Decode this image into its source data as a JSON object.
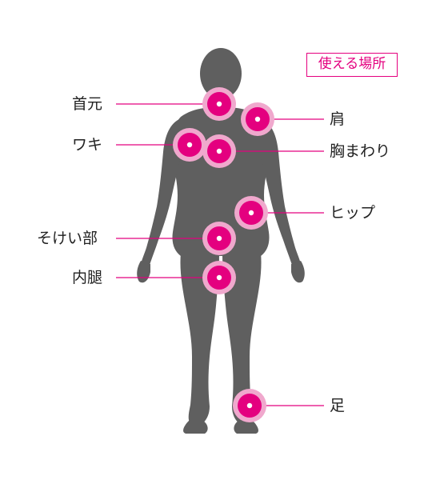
{
  "badge": {
    "label": "使える場所"
  },
  "colors": {
    "accent": "#e4007f",
    "silhouette": "#5f5f5f",
    "halo": "#f0a8cd",
    "text": "#222222"
  },
  "body_parts": [
    {
      "id": "neck",
      "label": "首元"
    },
    {
      "id": "shoulder",
      "label": "肩"
    },
    {
      "id": "armpit",
      "label": "ワキ"
    },
    {
      "id": "chest",
      "label": "胸まわり"
    },
    {
      "id": "hip",
      "label": "ヒップ"
    },
    {
      "id": "groin",
      "label": "そけい部"
    },
    {
      "id": "thigh",
      "label": "内腿"
    },
    {
      "id": "foot",
      "label": "足"
    }
  ]
}
